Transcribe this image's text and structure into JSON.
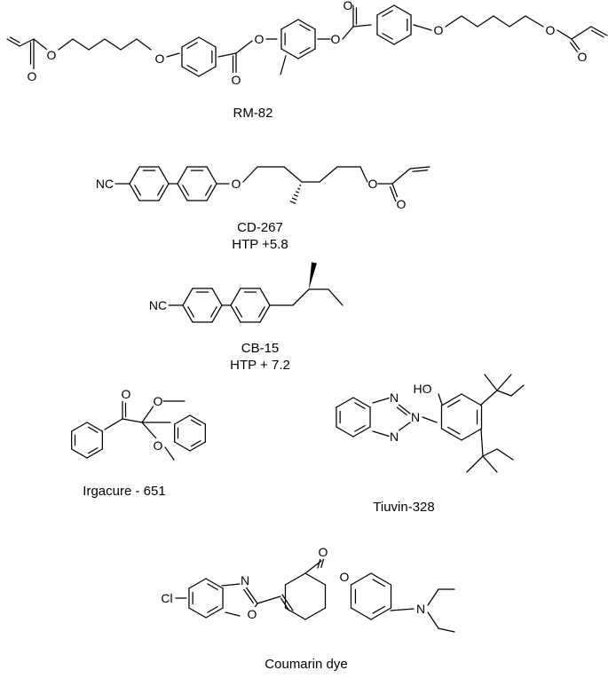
{
  "compounds": [
    {
      "name": "RM-82"
    },
    {
      "name": "CD-267",
      "htp": "HTP +5.8"
    },
    {
      "name": "CB-15",
      "htp": "HTP + 7.2"
    },
    {
      "name": "Irgacure - 651"
    },
    {
      "name": "Tiuvin-328"
    },
    {
      "name": "Coumarin dye"
    }
  ],
  "atom_labels": {
    "O": "O",
    "NC": "NC",
    "N": "N",
    "HO": "HO",
    "Cl": "Cl"
  }
}
